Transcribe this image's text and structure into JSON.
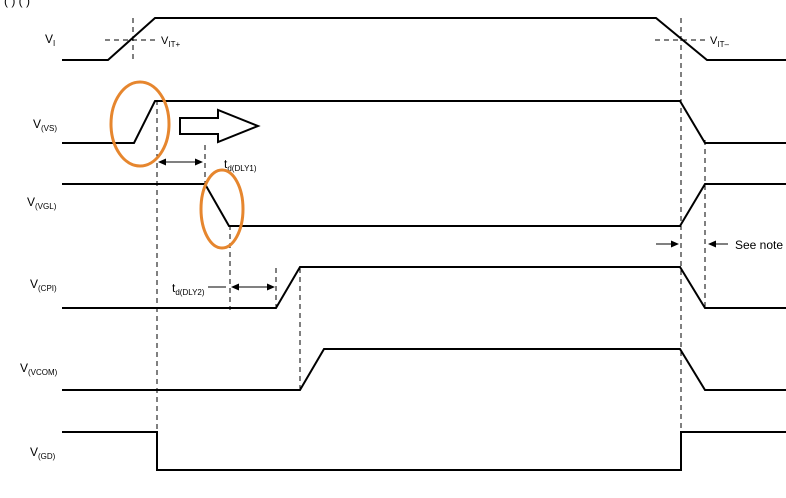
{
  "header_fragment": "(   )       (   )",
  "signals": [
    {
      "id": "vi",
      "main": "V",
      "sub": "I"
    },
    {
      "id": "vs",
      "main": "V",
      "sub": "(VS)"
    },
    {
      "id": "vgl",
      "main": "V",
      "sub": "(VGL)"
    },
    {
      "id": "cpi",
      "main": "V",
      "sub": "(CPI)"
    },
    {
      "id": "vcom",
      "main": "V",
      "sub": "(VCOM)"
    },
    {
      "id": "gd",
      "main": "V",
      "sub": "(GD)"
    }
  ],
  "thresholds": {
    "rising": {
      "main": "V",
      "sub": "IT+"
    },
    "falling": {
      "main": "V",
      "sub": "IT–"
    }
  },
  "delays": {
    "dly1": {
      "main": "t",
      "sub": "d(DLY1)"
    },
    "dly2": {
      "main": "t",
      "sub": "d(DLY2)"
    }
  },
  "note_label": "See note",
  "colors": {
    "waveform": "#000000",
    "highlight": "#E6862E",
    "background": "#FFFFFF"
  },
  "icons": {
    "direction_arrow": "hollow-right-arrow"
  }
}
